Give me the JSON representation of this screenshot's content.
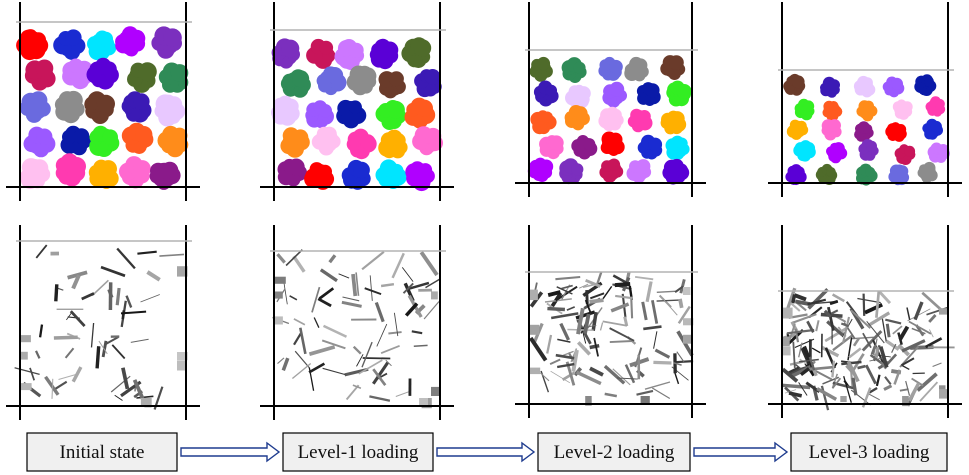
{
  "figure": {
    "stages": [
      {
        "id": "initial",
        "label": "Initial state",
        "piston_gray_line": true
      },
      {
        "id": "level1",
        "label": "Level-1 loading",
        "piston_gray_line": true
      },
      {
        "id": "level2",
        "label": "Level-2 loading",
        "piston_gray_line": true
      },
      {
        "id": "level3",
        "label": "Level-3 loading",
        "piston_gray_line": true
      }
    ],
    "rows": [
      "particle-view",
      "contact-force-chain-view"
    ],
    "particle_colors": [
      "#ff0000",
      "#ff5a1f",
      "#8c8c8c",
      "#7b2fbe",
      "#ffb000",
      "#9b59ff",
      "#4f6b2a",
      "#1a2bd1",
      "#ff8c1a",
      "#6a3b2a",
      "#c8155a",
      "#ff69d0",
      "#0a1aa8",
      "#2f8b57",
      "#00e5ff",
      "#ffc0f0",
      "#3b1ab5",
      "#cc77ff",
      "#8a1a8a",
      "#33ee22",
      "#6a6adf",
      "#b000ff",
      "#ff3ab0",
      "#e8c8ff",
      "#5a00d6"
    ],
    "arrow_color": "#1f3c8f",
    "box_fill": "#f0f0f0"
  }
}
